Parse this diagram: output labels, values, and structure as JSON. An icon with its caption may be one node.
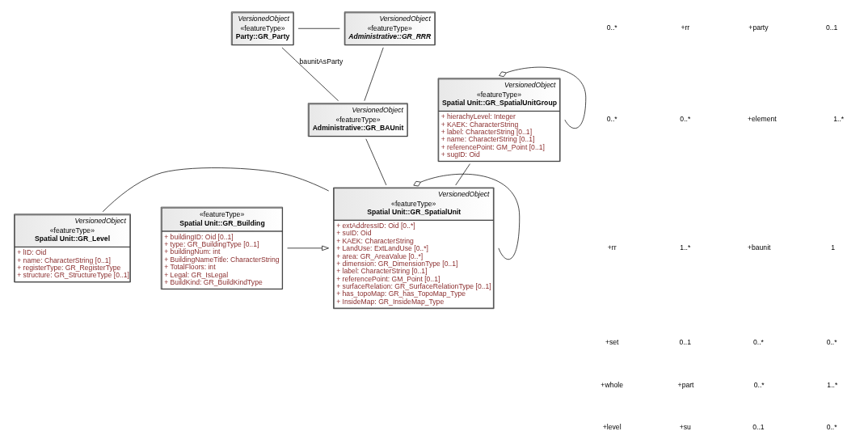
{
  "diagram": {
    "nodes": [
      {
        "text": [
          "VersionedObject",
          "«featureType»",
          "Party::GR_Party"
        ]
      },
      {
        "text": [
          "VersionedObject",
          "«featureType»",
          "Administrative::GR_RRR"
        ]
      },
      {
        "text": [
          "VersionedObject",
          "«featureType»",
          "Administrative::GR_BAUnit"
        ]
      },
      {
        "text": [
          "VersionedObject",
          "«featureType»",
          "Spatial Unit::GR_SpatialUnitGroup",
          "+ hierachyLevel: Integer",
          "+ KAEK: CharacterString",
          "+ label: CharacterString [0..1]",
          "+ name: CharacterString [0..1]",
          "+ referencePoint: GM_Point [0..1]",
          "+ sugID: Oid"
        ]
      },
      {
        "text": [
          "VersionedObject",
          "«featureType»",
          "Spatial Unit::GR_SpatialUnit",
          "+ extAddressID: Oid [0..*]",
          "+ suID: Oid",
          "+ KAEK: CharacterString",
          "+ LandUse: ExtLandUse [0..*]",
          "+ area: GR_AreaValue [0..*]",
          "+ dimension: GR_DimensionType [0..1]",
          "+ label: CharacterString [0..1]",
          "+ referencePoint: GM_Point [0..1]",
          "+ surfaceRelation: GR_SurfaceRelationType [0..1]",
          "+ has_topoMap: GR_has_TopoMap_Type",
          "+ InsideMap: GR_InsideMap_Type"
        ]
      },
      {
        "text": [
          "VersionedObject",
          "«featureType»",
          "Spatial Unit::GR_Level",
          "+ lID: Oid",
          "+ name: CharacterString [0..1]",
          "+ registerType: GR_RegisterType",
          "+ structure: GR_StructureType [0..1]"
        ]
      },
      {
        "text": [
          "«featureType»",
          "Spatial Unit::GR_Building",
          "+ buildingID: Oid [0..1]",
          "+ type: GR_BuildingType [0..1]",
          "+ buildingNum: int",
          "+ BuildingNameTitle: CharacterString",
          "+ TotalFloors: int",
          "+ Legal: GR_IsLegal",
          "+ BuildKind: GR_BuildKindType"
        ]
      }
    ],
    "edges": [
      {
        "from": 0,
        "to": 1,
        "arrow": "none"
      },
      {
        "from": 0,
        "to": 2,
        "arrow": "none",
        "label": "baunitAsParty"
      },
      {
        "from": 1,
        "to": 2,
        "arrow": "none"
      },
      {
        "from": 3,
        "to": 3,
        "arrow": "other"
      },
      {
        "from": 2,
        "to": 4,
        "arrow": "none"
      },
      {
        "from": 4,
        "to": 4,
        "arrow": "other"
      },
      {
        "from": 3,
        "to": 4,
        "arrow": "none"
      },
      {
        "from": 5,
        "to": 4,
        "arrow": "none"
      },
      {
        "from": 6,
        "to": 4,
        "arrow": "to"
      }
    ],
    "labels": [
      "0..*",
      "+rr",
      "+party",
      "0..1",
      "0..*",
      "0..*",
      "+element",
      "1..*",
      "+rr",
      "1..*",
      "+baunit",
      "1",
      "+set",
      "0..1",
      "0..*",
      "0..*",
      "+whole",
      "+part",
      "0..*",
      "1..*",
      "+level",
      "+su",
      "0..1",
      "0..*"
    ]
  }
}
